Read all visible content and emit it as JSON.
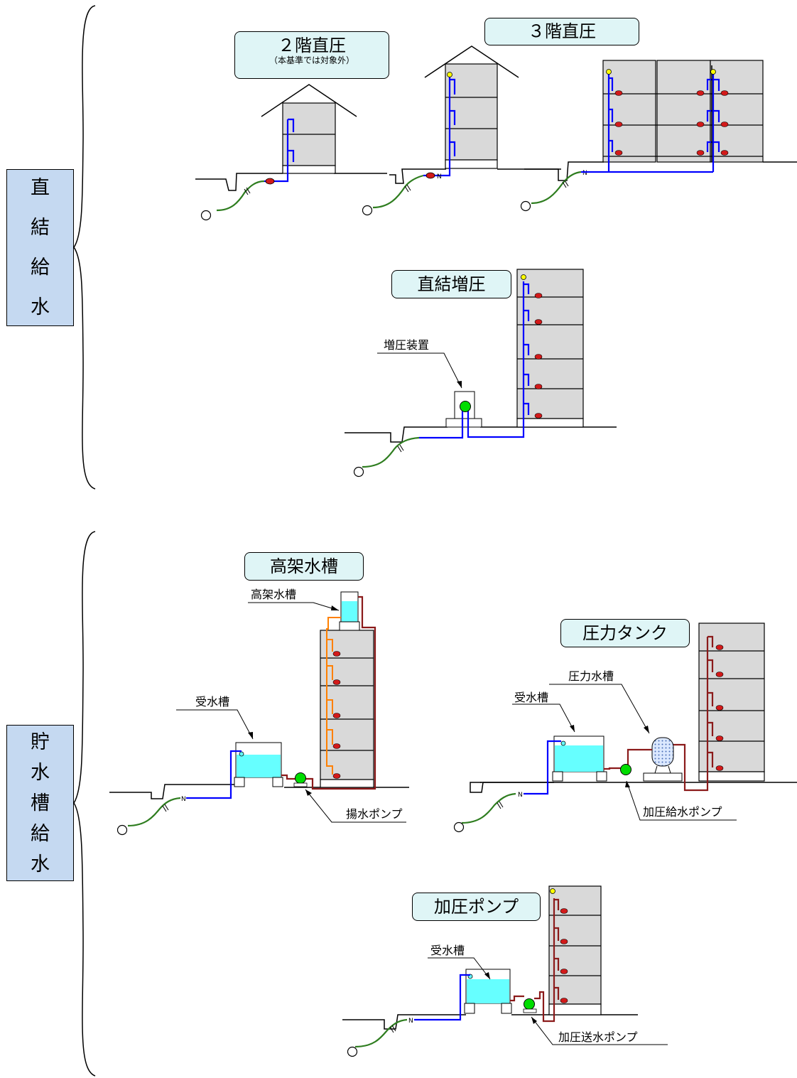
{
  "categories": {
    "direct": [
      "直",
      "結",
      "給",
      "水"
    ],
    "tank": [
      "貯",
      "水",
      "槽",
      "給",
      "水"
    ]
  },
  "titles": {
    "two_floor": "２階直圧",
    "two_floor_note": "（本基準では対象外）",
    "three_floor": "３階直圧",
    "booster": "直結増圧",
    "elevated": "高架水槽",
    "pressure_tank": "圧力タンク",
    "pressure_pump": "加圧ポンプ"
  },
  "labels": {
    "booster_device": "増圧装置",
    "elevated_tank": "高架水槽",
    "receiving_tank_1": "受水槽",
    "lift_pump": "揚水ポンプ",
    "pressure_vessel": "圧力水槽",
    "receiving_tank_2": "受水槽",
    "pressure_supply_pump": "加圧給水ポンプ",
    "receiving_tank_3": "受水槽",
    "pressure_send_pump": "加圧送水ポンプ"
  },
  "colors": {
    "category_fill": "#c5d9f1",
    "title_fill": "#dff5f6",
    "building_fill": "#d9d9d9",
    "direct_pipe": "#0000ff",
    "service_pipe": "#2e7d1f",
    "pump_pipe": "#8b1a1a",
    "elevated_pipe": "#ff8000",
    "pump": "#00dd00",
    "tank_water": "#66ffff",
    "faucet": "#d21a1a",
    "air_valve": "#ffff00"
  }
}
